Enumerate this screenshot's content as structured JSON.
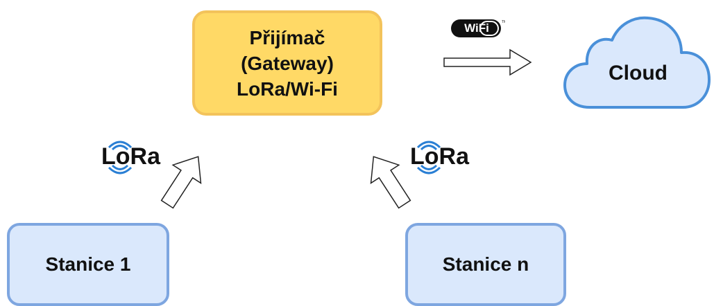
{
  "nodes": {
    "gateway": {
      "lines": [
        "Přijímač",
        "(Gateway)",
        "LoRa/Wi-Fi"
      ]
    },
    "station_1": {
      "label": "Stanice 1"
    },
    "station_n": {
      "label": "Stanice n"
    },
    "cloud": {
      "label": "Cloud"
    }
  },
  "links": {
    "lora_left": {
      "logo_text": "LoRa",
      "icon": "lora-logo"
    },
    "lora_right": {
      "logo_text": "LoRa",
      "icon": "lora-logo"
    },
    "wifi": {
      "logo_text": "WiFi",
      "icon": "wifi-logo"
    }
  },
  "colors": {
    "gateway_fill": "#ffd966",
    "gateway_border": "#f3c35b",
    "station_fill": "#dae8fc",
    "station_border": "#7ea6e0",
    "cloud_fill": "#dae8fc",
    "cloud_border": "#4a90d9",
    "lora_wave": "#2a7fd4"
  }
}
